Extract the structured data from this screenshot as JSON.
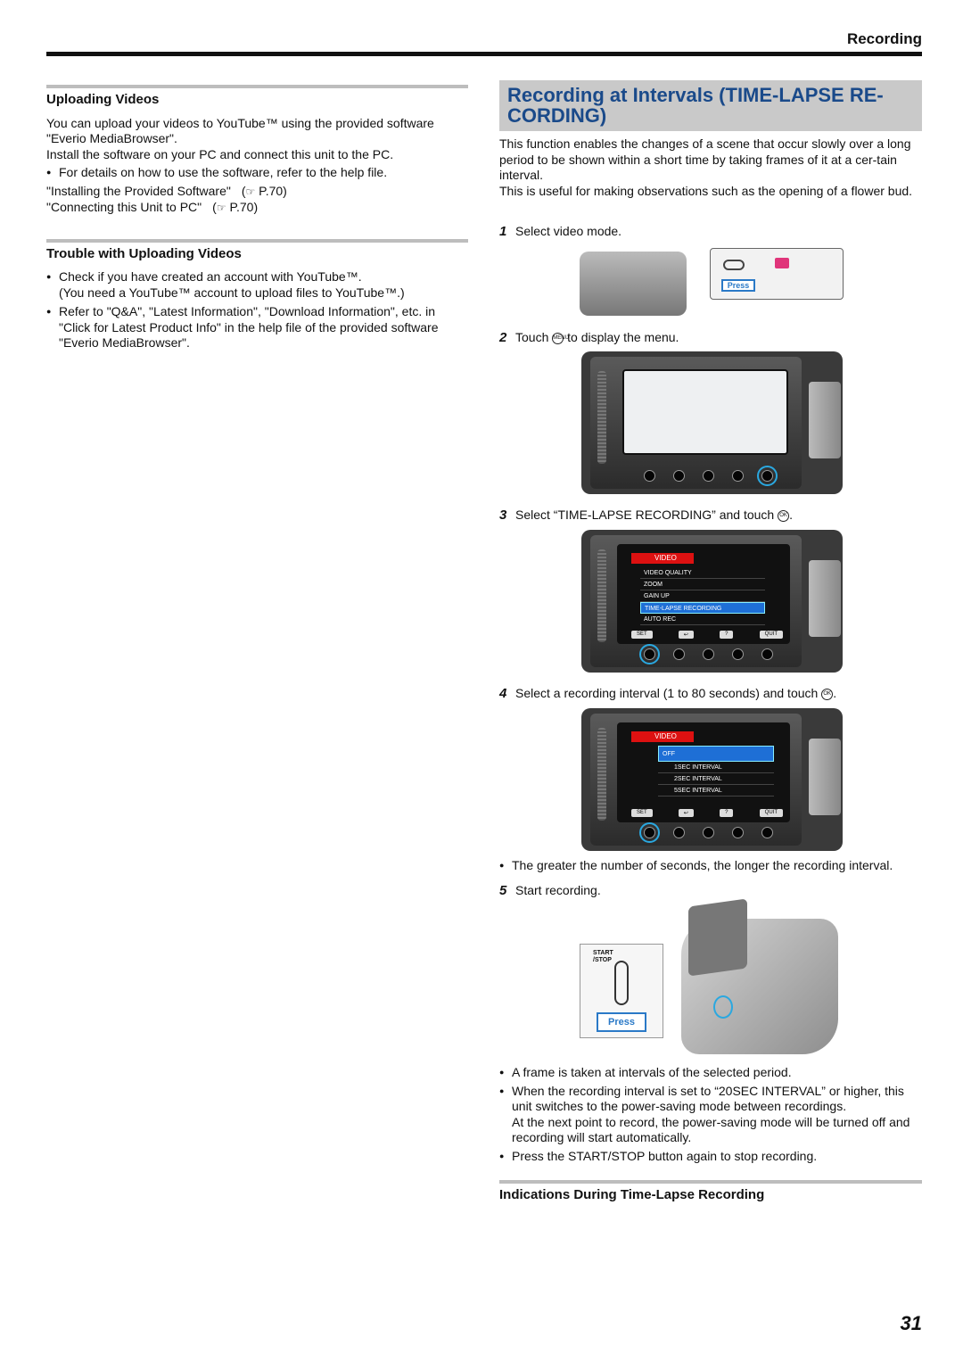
{
  "header": {
    "section": "Recording"
  },
  "left": {
    "uploading": {
      "heading": "Uploading Videos",
      "p1": "You can upload your videos to YouTube™ using the provided software \"Everio MediaBrowser\".",
      "p2": "Install the software on your PC and connect this unit to the PC.",
      "bullet1": "For details on how to use the software, refer to the help file.",
      "ref1_label": "\"Installing the Provided Software\"",
      "ref1_page": "P.70",
      "ref2_label": "\"Connecting this Unit to PC\"",
      "ref2_page": "P.70"
    },
    "trouble": {
      "heading": "Trouble with Uploading Videos",
      "bullet1a": "Check if you have created an account with YouTube™.",
      "bullet1b": "(You need a YouTube™ account to upload files to YouTube™.)",
      "bullet2": "Refer to \"Q&A\", \"Latest Information\", \"Download Information\", etc. in \"Click for Latest Product Info\" in the help file of the provided software \"Everio MediaBrowser\"."
    }
  },
  "right": {
    "heading": "Recording at Intervals (TIME-LAPSE RE-CORDING)",
    "intro1": "This function enables the changes of a scene that occur slowly over a long period to be shown within a short time by taking frames of it at a cer-tain interval.",
    "intro2": "This is useful for making observations such as the opening of a flower bud.",
    "steps": [
      {
        "num": "1",
        "text": "Select video mode."
      },
      {
        "num": "2",
        "text_before": "Touch",
        "text_after": "to display the menu."
      },
      {
        "num": "3",
        "text": "Select “TIME-LAPSE RECORDING” and touch"
      },
      {
        "num": "4",
        "text": "Select a recording interval (1 to 80 seconds) and touch"
      },
      {
        "num": "5",
        "text": "Start recording."
      }
    ],
    "note_interval": "The greater the number of seconds, the longer the recording interval.",
    "notes_after": [
      "A frame is taken at intervals of the selected period.",
      "When the recording interval is set to “20SEC INTERVAL” or higher, this unit switches to the power-saving mode between recordings.",
      "At the next point to record, the power-saving mode will be turned off and recording will start automatically.",
      "Press the START/STOP button again to stop recording."
    ],
    "sub_heading": "Indications During Time-Lapse Recording"
  },
  "illustrations": {
    "press_label": "Press",
    "start_stop_label": "START /STOP",
    "menu1": {
      "title": "VIDEO",
      "items": [
        "VIDEO QUALITY",
        "ZOOM",
        "GAIN UP",
        "TIME-LAPSE RECORDING",
        "AUTO REC"
      ],
      "selected_index": 3,
      "footer": [
        "SET",
        "↩",
        "?",
        "QUIT"
      ]
    },
    "menu2": {
      "title": "VIDEO",
      "items": [
        "OFF",
        "1SEC INTERVAL",
        "2SEC INTERVAL",
        "5SEC INTERVAL"
      ],
      "selected_index": 0,
      "footer": [
        "SET",
        "↩",
        "?",
        "QUIT"
      ]
    },
    "ok_glyph": "OK",
    "menu_glyph": "MENU"
  },
  "page_number": "31"
}
